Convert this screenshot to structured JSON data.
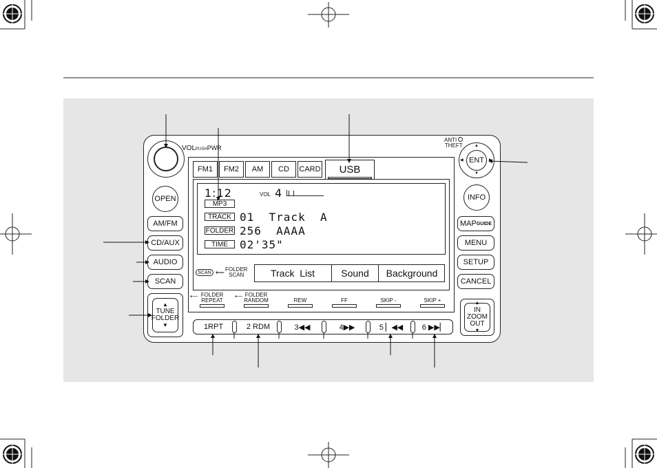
{
  "radio": {
    "knob_label": "VOL",
    "knob_sub": "PUSH",
    "knob_pwr": "PWR",
    "anti_theft": [
      "ANTI",
      "THEFT"
    ],
    "ent": "ENT",
    "info": "INFO",
    "open": "OPEN",
    "left_buttons": [
      "AM/FM",
      "CD/AUX",
      "AUDIO",
      "SCAN"
    ],
    "tune_folder": [
      "TUNE",
      "FOLDER"
    ],
    "right_buttons": [
      "MAP",
      "MENU",
      "SETUP",
      "CANCEL"
    ],
    "map_sub": "GUIDE",
    "zoom": [
      "IN",
      "ZOOM",
      "OUT"
    ]
  },
  "screen": {
    "tabs": [
      "FM1",
      "FM2",
      "AM",
      "CD",
      "CARD",
      "USB"
    ],
    "time": "1:12",
    "vol_label": "VOL",
    "vol_value": "4",
    "format": "MP3",
    "track_label": "TRACK",
    "track_value": "01  Track  A",
    "folder_label": "FOLDER",
    "folder_value": "256  AAAA",
    "time_label": "TIME",
    "time_value": "02'35\"",
    "scan_tag": "SCAN",
    "folder_scan": [
      "FOLDER",
      "SCAN"
    ],
    "menu": [
      "Track  List",
      "Sound",
      "Background"
    ],
    "soft_labels": [
      [
        "FOLDER",
        "REPEAT"
      ],
      [
        "FOLDER",
        "RANDOM"
      ],
      [
        "REW"
      ],
      [
        "FF"
      ],
      [
        "SKIP -"
      ],
      [
        "SKIP +"
      ]
    ],
    "presets": [
      "1RPT",
      "2 RDM",
      "3◀◀",
      "4▶▶",
      "5 ▏◀◀",
      "6 ▶▶▏"
    ]
  }
}
